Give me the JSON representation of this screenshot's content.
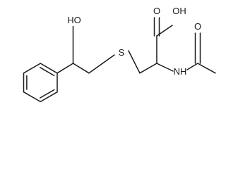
{
  "molecule": {
    "atoms": {
      "oh_alcohol": "HO",
      "oh_acid": "OH",
      "o_acid": "O",
      "o_amide": "O",
      "sulfur": "S",
      "nh": "NH"
    },
    "colors": {
      "ink": "#1a1a1a",
      "background": "#ffffff"
    }
  }
}
